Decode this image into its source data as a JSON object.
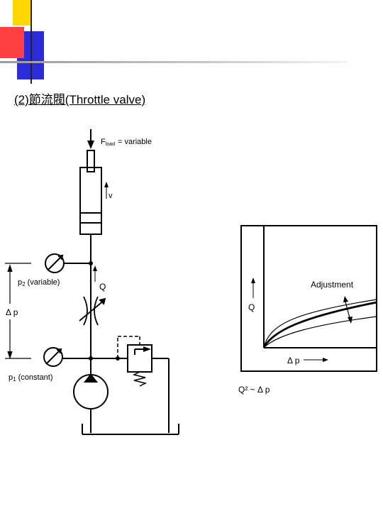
{
  "slide": {
    "title": "(2)節流閥(Throttle valve)"
  },
  "circuit": {
    "load_label": "F",
    "load_subscript": "load",
    "load_value": "= variable",
    "velocity_label": "v",
    "p2_label": "p",
    "p2_subscript": "2",
    "p2_suffix": "(variable)",
    "flow_label": "Q",
    "delta_p_label": "Δ p",
    "p1_label": "p",
    "p1_subscript": "1",
    "p1_suffix": "(constant)",
    "icons": [
      "pressure-gauge-icon",
      "throttle-valve-icon",
      "relief-valve-icon",
      "pump-icon",
      "cylinder-icon",
      "spring-icon"
    ]
  },
  "graph": {
    "y_axis_label": "Q",
    "x_axis_label": "Δ p",
    "adjustment_label": "Adjustment",
    "formula": "Q² ~ Δ p"
  }
}
